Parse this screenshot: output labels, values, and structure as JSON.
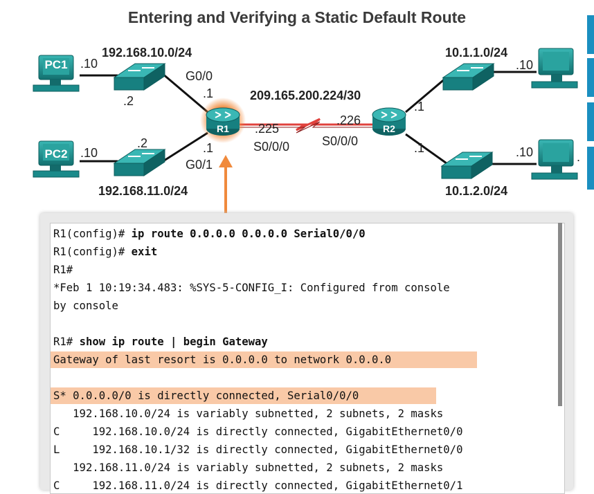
{
  "title": "Entering and Verifying a Static Default Route",
  "topology": {
    "pc1": {
      "label": "PC1",
      "addr": ".10"
    },
    "pc2": {
      "label": "PC2",
      "addr": ".10"
    },
    "r1": {
      "label": "R1"
    },
    "r2": {
      "label": "R2"
    },
    "net_left_top": "192.168.10.0/24",
    "net_left_bottom": "192.168.11.0/24",
    "net_wan": "209.165.200.224/30",
    "net_right_top": "10.1.1.0/24",
    "net_right_bottom": "10.1.2.0/24",
    "sw1_addr": ".2",
    "sw2_addr": ".2",
    "r1_g00": "G0/0",
    "r1_g00_addr": ".1",
    "r1_g01": "G0/1",
    "r1_g01_addr": ".1",
    "r1_s000_addr": ".225",
    "r1_s000": "S0/0/0",
    "r2_s000_addr": ".226",
    "r2_s000": "S0/0/0",
    "r2_top_addr": ".1",
    "r2_bottom_addr": ".1",
    "host_right_top_addr": ".10",
    "host_right_bottom_addr": ".10",
    "host_right_bottom_dot": "."
  },
  "console": {
    "lines": [
      {
        "prefix": "R1(config)# ",
        "cmd": "ip route 0.0.0.0 0.0.0.0 Serial0/0/0",
        "rest": "",
        "highlight": false
      },
      {
        "prefix": "R1(config)# ",
        "cmd": "exit",
        "rest": "",
        "highlight": false
      },
      {
        "prefix": "R1#",
        "cmd": "",
        "rest": "",
        "highlight": false
      },
      {
        "prefix": "*Feb 1 10:19:34.483: %SYS-5-CONFIG_I: Configured from console",
        "cmd": "",
        "rest": "",
        "highlight": false
      },
      {
        "prefix": "by console",
        "cmd": "",
        "rest": "",
        "highlight": false
      },
      {
        "prefix": "",
        "cmd": "",
        "rest": "",
        "highlight": false
      },
      {
        "prefix": "R1# ",
        "cmd": "show ip route | begin Gateway",
        "rest": "",
        "highlight": false
      },
      {
        "prefix": "Gateway of last resort is 0.0.0.0 to network 0.0.0.0",
        "cmd": "",
        "rest": "",
        "highlight": true
      },
      {
        "prefix": "",
        "cmd": "",
        "rest": "",
        "highlight": false
      },
      {
        "prefix": "S* 0.0.0.0/0 is directly connected, Serial0/0/0",
        "cmd": "",
        "rest": "",
        "highlight": true
      },
      {
        "prefix": "   192.168.10.0/24 is variably subnetted, 2 subnets, 2 masks",
        "cmd": "",
        "rest": "",
        "highlight": false
      },
      {
        "prefix": "C     192.168.10.0/24 is directly connected, GigabitEthernet0/0",
        "cmd": "",
        "rest": "",
        "highlight": false
      },
      {
        "prefix": "L     192.168.10.1/32 is directly connected, GigabitEthernet0/0",
        "cmd": "",
        "rest": "",
        "highlight": false
      },
      {
        "prefix": "   192.168.11.0/24 is variably subnetted, 2 subnets, 2 masks",
        "cmd": "",
        "rest": "",
        "highlight": false
      },
      {
        "prefix": "C     192.168.11.0/24 is directly connected, GigabitEthernet0/1",
        "cmd": "",
        "rest": "",
        "highlight": false
      }
    ]
  },
  "colors": {
    "device": "#1a8a8a",
    "highlight": "#f9c9a7",
    "arrow": "#f08a3c",
    "serial": "#e0413c",
    "accent_tab": "#1b8fc0"
  }
}
